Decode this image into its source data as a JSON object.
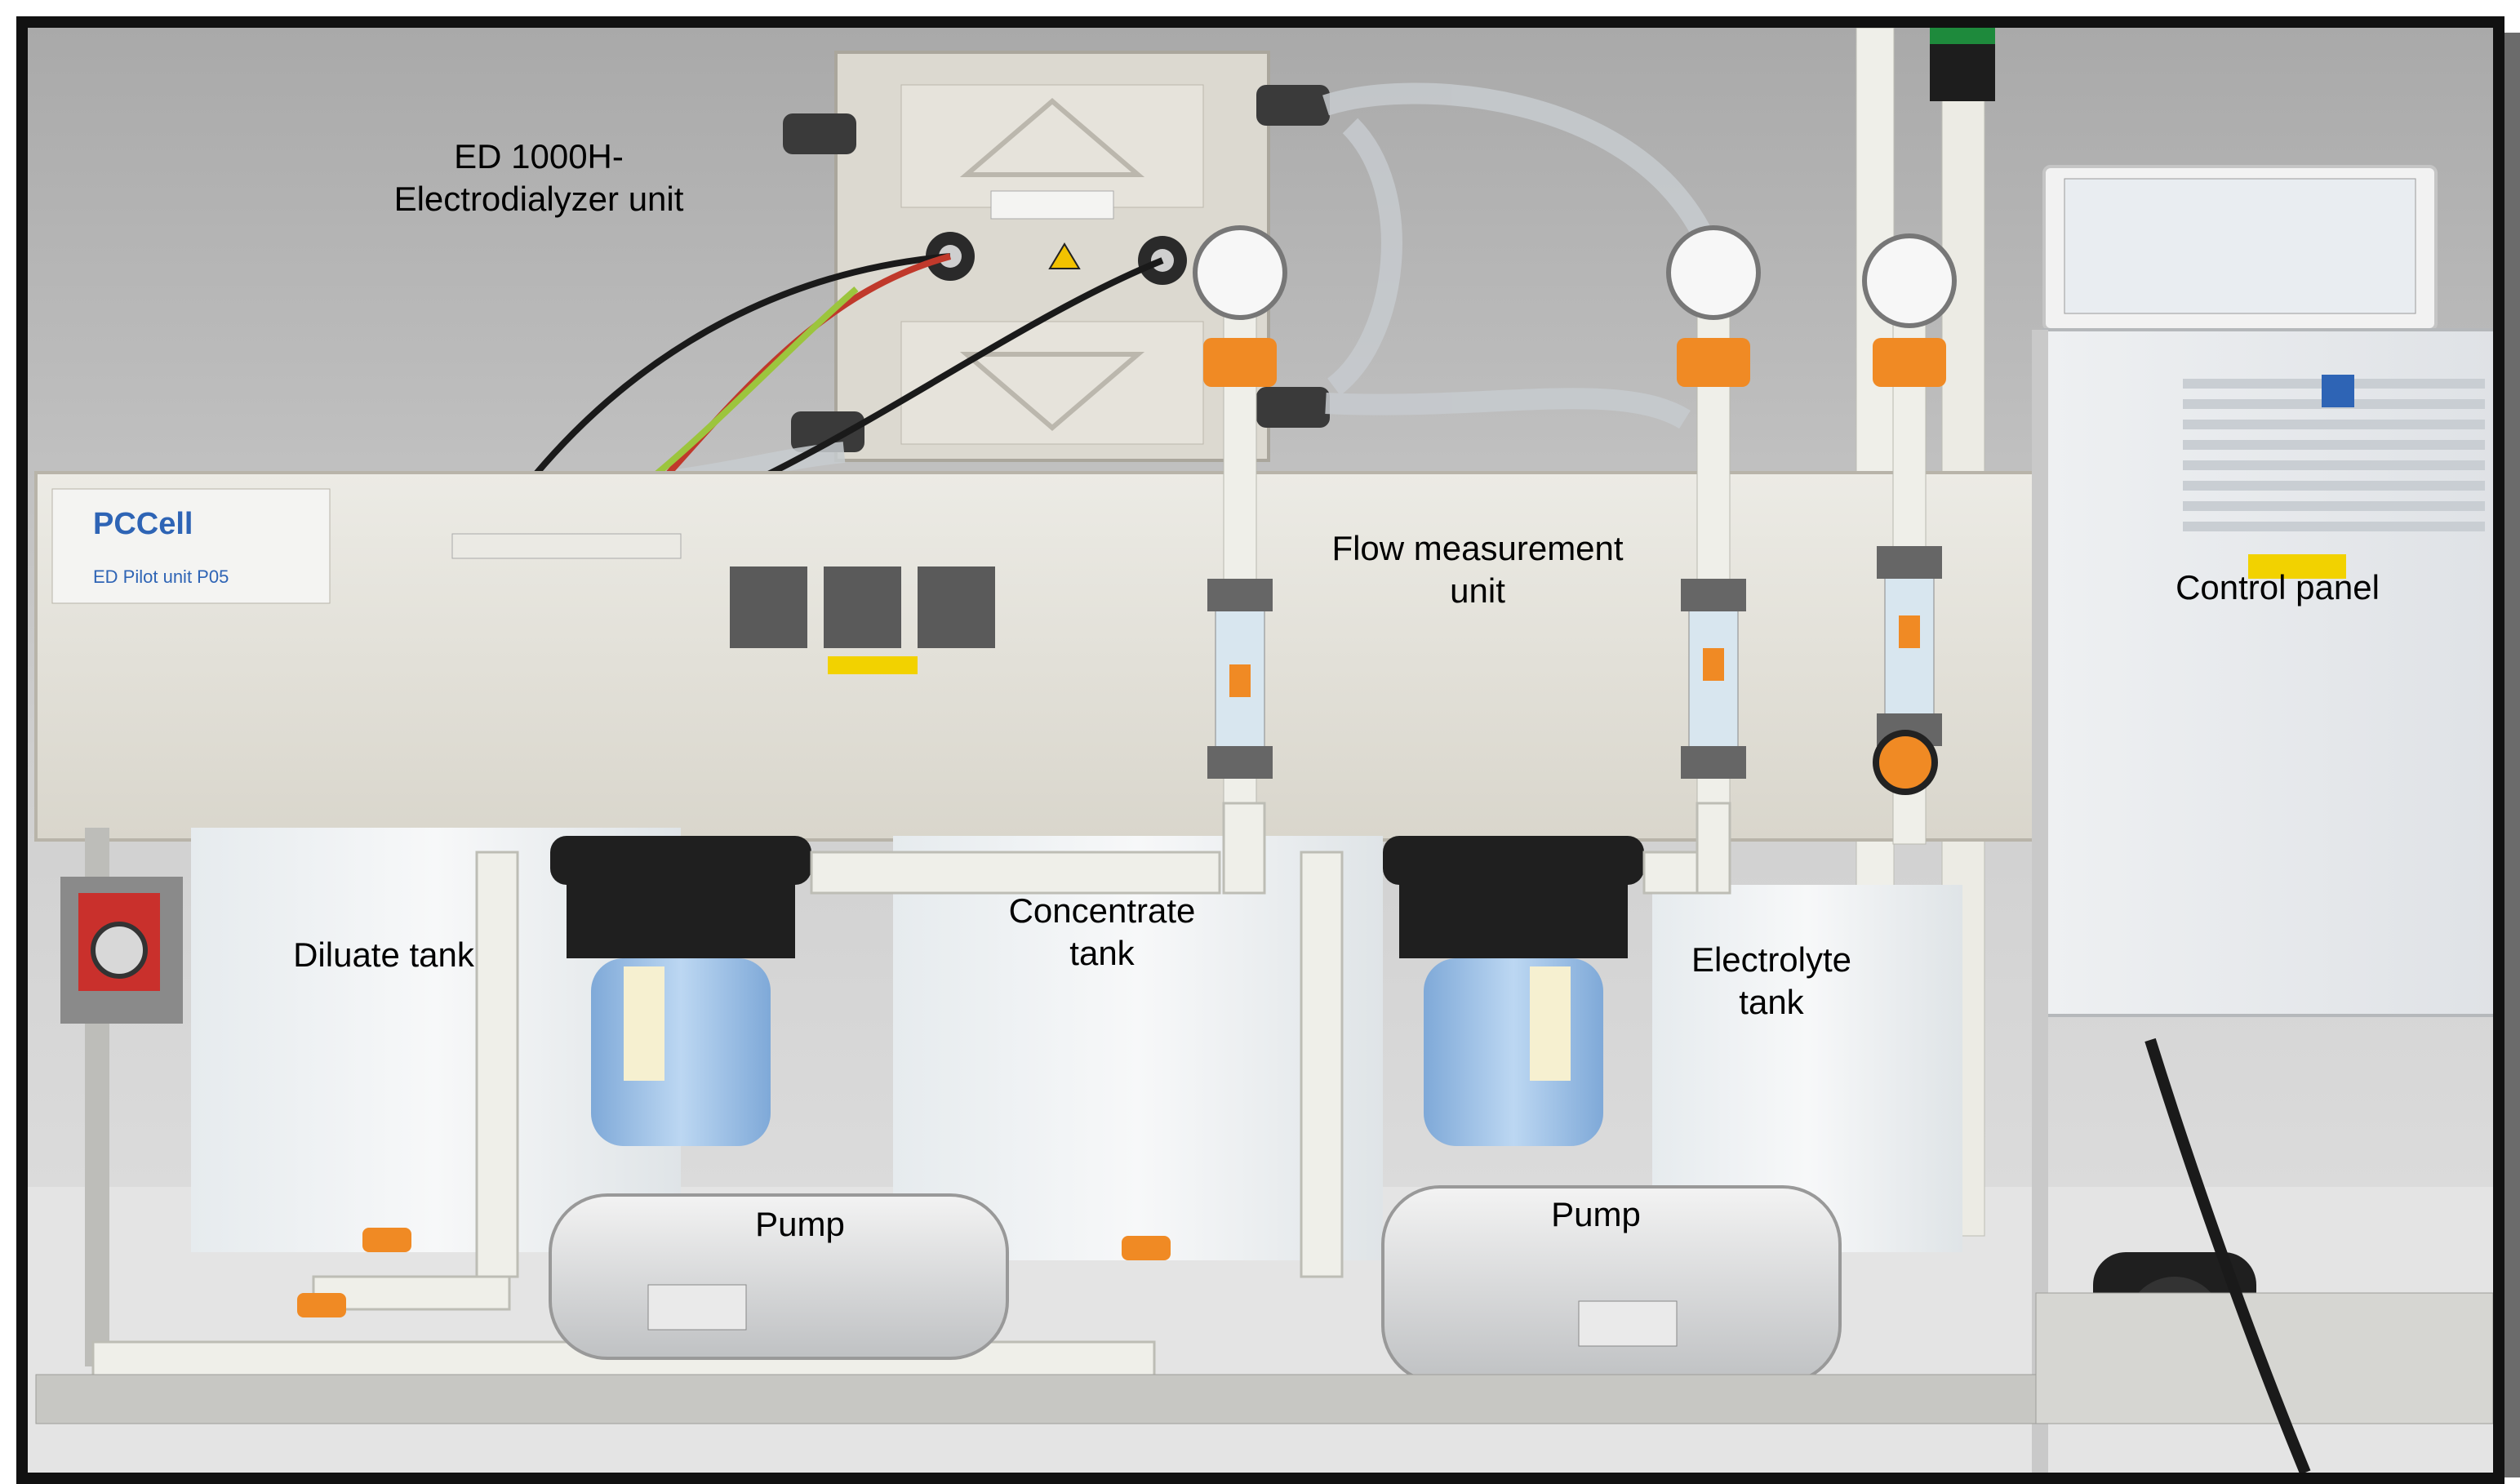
{
  "labels": {
    "ed_unit_line1": "ED 1000H-",
    "ed_unit_line2": "Electrodialyzer unit",
    "flow_line1": "Flow measurement",
    "flow_line2": "unit",
    "control_panel": "Control panel",
    "diluate_tank": "Diluate tank",
    "concentrate_line1": "Concentrate",
    "concentrate_line2": "tank",
    "electrolyte_line1": "Electrolyte",
    "electrolyte_line2": "tank",
    "pump_left": "Pump",
    "pump_right": "Pump"
  },
  "equipment_markings": {
    "brand": "PCCell",
    "model_plate": "ED Pilot unit P05"
  },
  "colors": {
    "background_wall": "#bdbdbd",
    "cabinet": "#e6e3da",
    "filter_blue": "#9ec3ea",
    "valve_orange": "#f08a24",
    "border": "#111111"
  }
}
